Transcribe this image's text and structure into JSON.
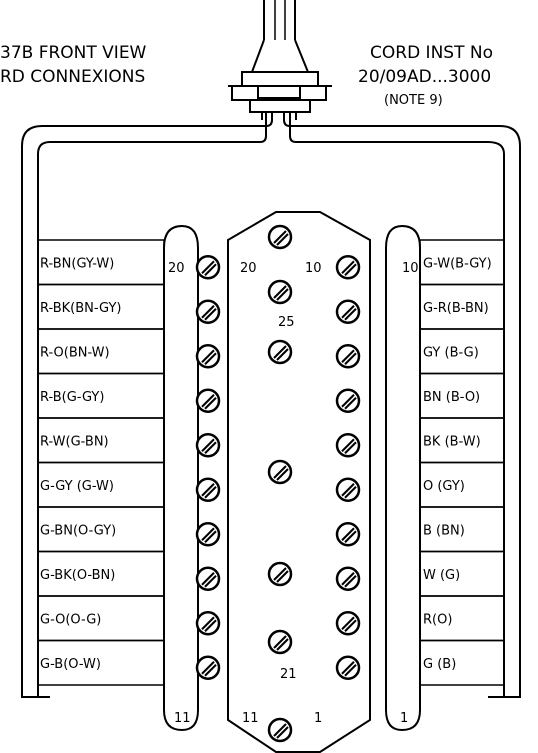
{
  "header": {
    "left_line1": "37B FRONT VIEW",
    "left_line2": "RD CONNEXIONS",
    "right_line1": "CORD INST No",
    "right_line2": "20/09AD...3000",
    "right_line3": "(NOTE 9)"
  },
  "left_wires": [
    "R-BN(GY-W)",
    "R-BK(BN-GY)",
    "R-O(BN-W)",
    "R-B(G-GY)",
    "R-W(G-BN)",
    "G-GY (G-W)",
    "G-BN(O-GY)",
    "G-BK(O-BN)",
    "G-O(O-G)",
    "G-B(O-W)"
  ],
  "right_wires": [
    "G-W(B-GY)",
    "G-R(B-BN)",
    "GY (B-G)",
    "BN (B-O)",
    "BK (B-W)",
    "O (GY)",
    "B  (BN)",
    "W (G)",
    "R(O)",
    "G (B)"
  ],
  "terminal_numbers": {
    "top_left": "20",
    "top_right": "10",
    "bottom_left": "11",
    "bottom_right": "1",
    "left_bar_top": "20",
    "left_bar_bottom": "11",
    "right_bar_top": "10",
    "right_bar_bottom": "1",
    "center_top": "25",
    "center_bottom": "21"
  }
}
